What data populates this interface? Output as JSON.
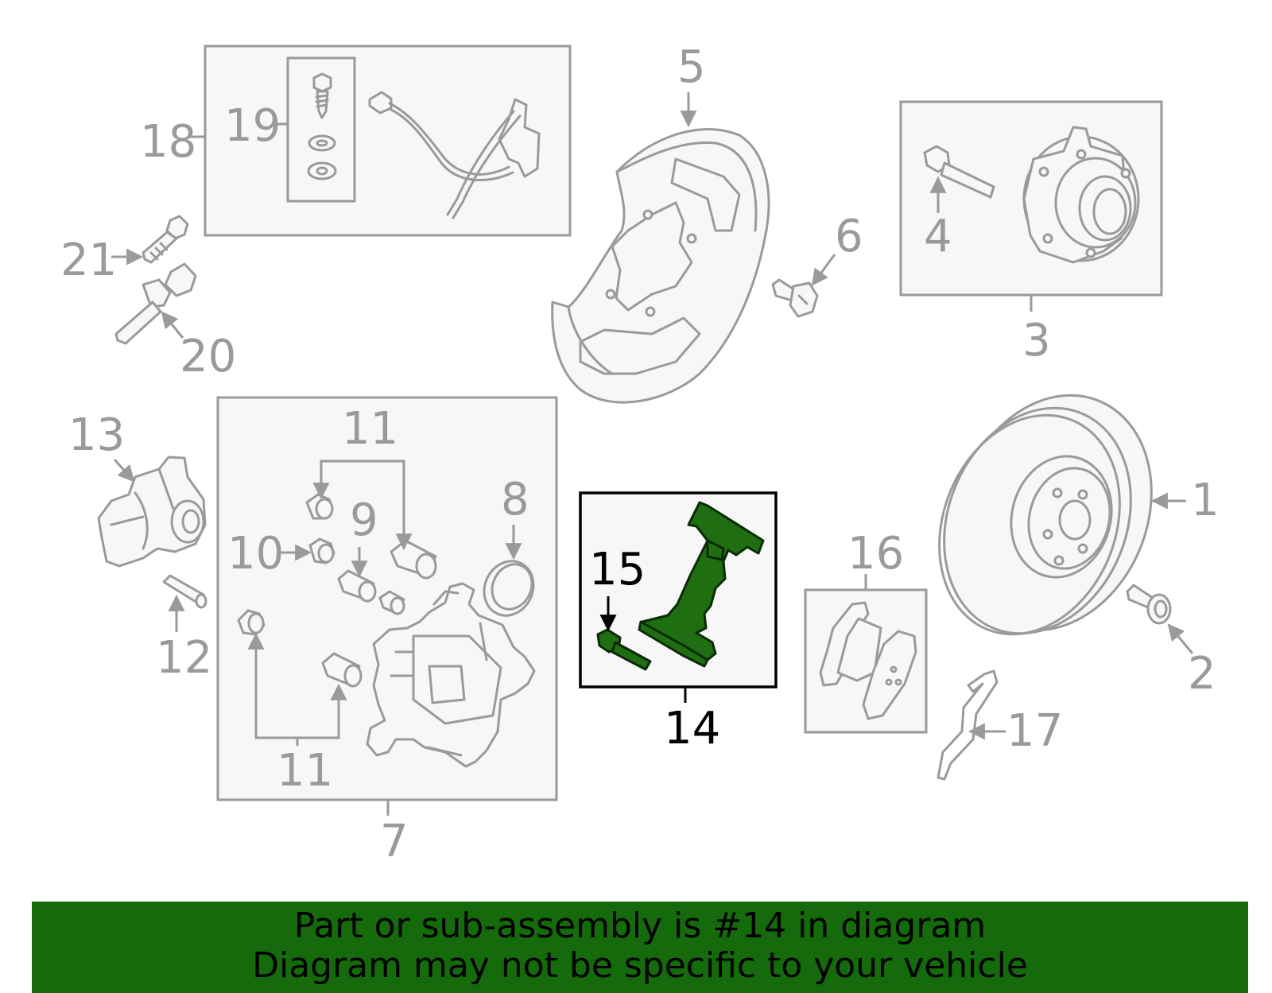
{
  "colors": {
    "highlight": "#1f6e12",
    "footer_background": "#156b0b",
    "callout_gray": "#9a9a9a",
    "callout_active": "#000000"
  },
  "callouts": {
    "c1": "1",
    "c2": "2",
    "c3": "3",
    "c4": "4",
    "c5": "5",
    "c6": "6",
    "c7": "7",
    "c8": "8",
    "c9": "9",
    "c10": "10",
    "c11a": "11",
    "c11b": "11",
    "c12": "12",
    "c13": "13",
    "c14": "14",
    "c15": "15",
    "c16": "16",
    "c17": "17",
    "c18": "18",
    "c19": "19",
    "c20": "20",
    "c21": "21"
  },
  "highlighted_part": "14",
  "footer": {
    "line1": "Part or sub-assembly is #14 in diagram",
    "line2": "Diagram may not be specific to your vehicle"
  }
}
